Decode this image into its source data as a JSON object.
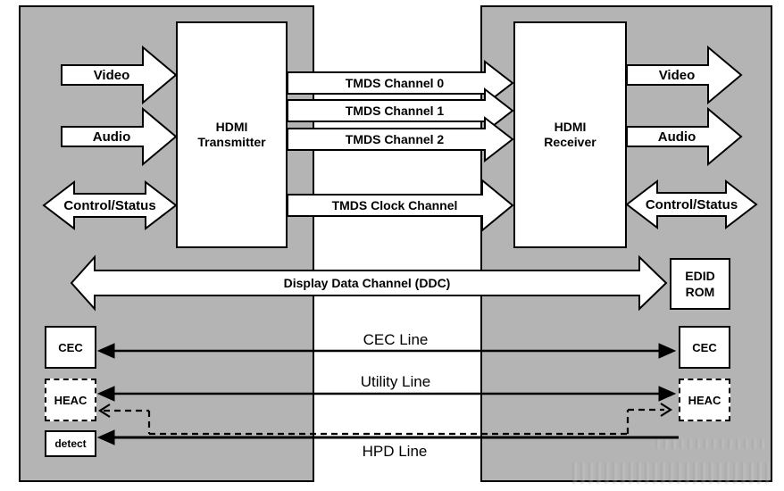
{
  "diagram": {
    "transmitter": {
      "line1": "HDMI",
      "line2": "Transmitter"
    },
    "receiver": {
      "line1": "HDMI",
      "line2": "Receiver"
    },
    "source_signals": {
      "video": "Video",
      "audio": "Audio",
      "control": "Control/Status"
    },
    "sink_signals": {
      "video": "Video",
      "audio": "Audio",
      "control": "Control/Status"
    },
    "channels": {
      "tmds0": "TMDS Channel 0",
      "tmds1": "TMDS Channel 1",
      "tmds2": "TMDS Channel 2",
      "clock": "TMDS Clock Channel"
    },
    "ddc": {
      "label": "Display Data Channel (DDC)",
      "rom_line1": "EDID",
      "rom_line2": "ROM"
    },
    "lines": {
      "cec": "CEC Line",
      "utility": "Utility Line",
      "hpd": "HPD Line"
    },
    "boxes": {
      "cec_left": "CEC",
      "cec_right": "CEC",
      "heac_left": "HEAC",
      "heac_right": "HEAC",
      "detect": "detect"
    }
  },
  "colors": {
    "panel_gray": "#b4b4b4",
    "line_black": "#000000",
    "fill_white": "#ffffff"
  }
}
